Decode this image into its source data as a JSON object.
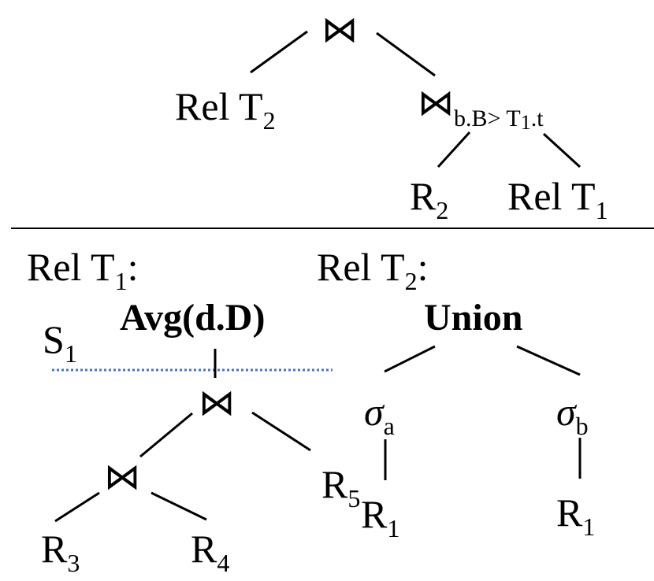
{
  "top_tree": {
    "root_op": "⋈",
    "left_label": "Rel T",
    "left_sub": "2",
    "right_op": "⋈",
    "right_condition_prefix": "b.B> T",
    "right_condition_sub": "1",
    "right_condition_suffix": ".t",
    "leaf_r2_label": "R",
    "leaf_r2_sub": "2",
    "leaf_relt1_label": "Rel T",
    "leaf_relt1_sub": "1"
  },
  "rel_t1": {
    "heading_label": "Rel T",
    "heading_sub": "1",
    "heading_suffix": ":",
    "agg": "Avg(d.D)",
    "s_label": "S",
    "s_sub": "1",
    "join_upper": "⋈",
    "join_lower": "⋈",
    "r3_label": "R",
    "r3_sub": "3",
    "r4_label": "R",
    "r4_sub": "4",
    "r5_label": "R",
    "r5_sub": "5"
  },
  "rel_t2": {
    "heading_label": "Rel T",
    "heading_sub": "2",
    "heading_suffix": ":",
    "union": "Union",
    "sigma_a": "σ",
    "sigma_a_sub": "a",
    "sigma_b": "σ",
    "sigma_b_sub": "b",
    "r1a_label": "R",
    "r1a_sub": "1",
    "r1b_label": "R",
    "r1b_sub": "1"
  },
  "colors": {
    "ink": "#000000",
    "cut_line": "#4a72c4"
  }
}
